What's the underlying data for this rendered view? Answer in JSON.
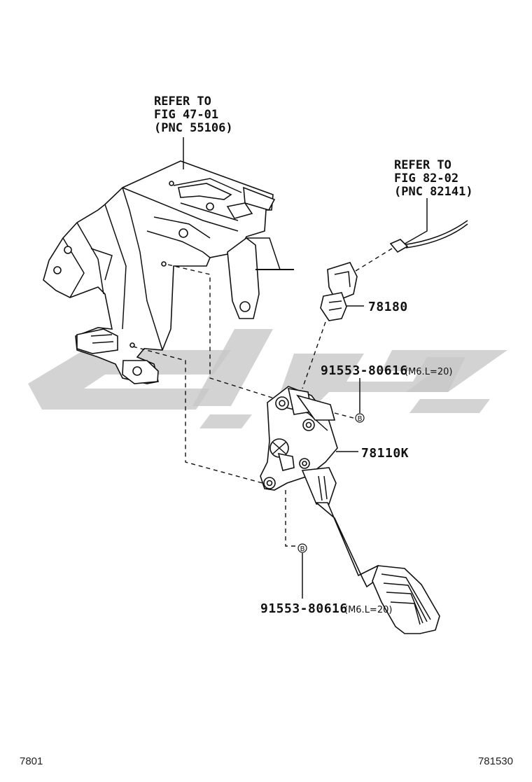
{
  "diagram": {
    "refer_top_left": {
      "line1": "REFER TO",
      "line2": "FIG 47-01",
      "line3": "(PNC 55106)"
    },
    "refer_top_right": {
      "line1": "REFER TO",
      "line2": "FIG 82-02",
      "line3": "(PNC 82141)"
    },
    "parts": {
      "connector": "78180",
      "pedal_assembly": "78110K",
      "bolt_upper_number": "91553-80616",
      "bolt_upper_spec": "(M6.L=20)",
      "bolt_lower_number": "91553-80616",
      "bolt_lower_spec": "(M6.L=20)",
      "bolt_marker": "B"
    },
    "footer": {
      "left_code": "7801",
      "right_code": "781530"
    }
  }
}
